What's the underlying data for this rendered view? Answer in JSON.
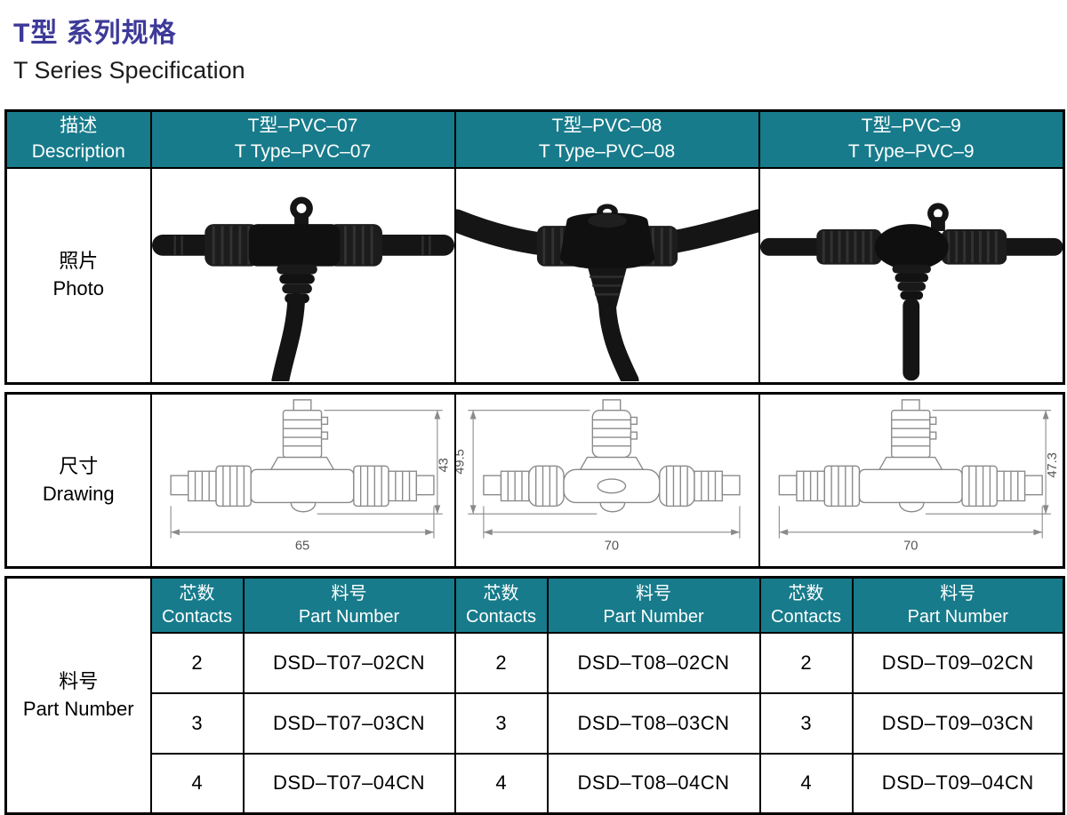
{
  "colors": {
    "header_bg": "#177b8b",
    "title": "#3d3a99",
    "border": "#000000",
    "line": "#8a8a8a",
    "dim_text": "#555555"
  },
  "page": {
    "title_cn": "T型 系列规格",
    "title_en": "T Series Specification"
  },
  "table": {
    "desc": {
      "cn": "描述",
      "en": "Description"
    },
    "products": [
      {
        "cn": "T型–PVC–07",
        "en": "T Type–PVC–07"
      },
      {
        "cn": "T型–PVC–08",
        "en": "T Type–PVC–08"
      },
      {
        "cn": "T型–PVC–9",
        "en": "T Type–PVC–9"
      }
    ],
    "photo": {
      "cn": "照片",
      "en": "Photo"
    },
    "drawing": {
      "cn": "尺寸",
      "en": "Drawing",
      "dims": [
        {
          "w": "65",
          "h": "43"
        },
        {
          "w": "70",
          "h": "49.5"
        },
        {
          "w": "70",
          "h": "47.3"
        }
      ]
    },
    "part": {
      "cn": "料号",
      "en": "Part Number",
      "head": {
        "contacts_cn": "芯数",
        "contacts_en": "Contacts",
        "part_cn": "料号",
        "part_en": "Part Number"
      },
      "rows": [
        {
          "contacts": "2",
          "parts": [
            "DSD–T07–02CN",
            "DSD–T08–02CN",
            "DSD–T09–02CN"
          ]
        },
        {
          "contacts": "3",
          "parts": [
            "DSD–T07–03CN",
            "DSD–T08–03CN",
            "DSD–T09–03CN"
          ]
        },
        {
          "contacts": "4",
          "parts": [
            "DSD–T07–04CN",
            "DSD–T08–04CN",
            "DSD–T09–04CN"
          ]
        }
      ]
    }
  }
}
